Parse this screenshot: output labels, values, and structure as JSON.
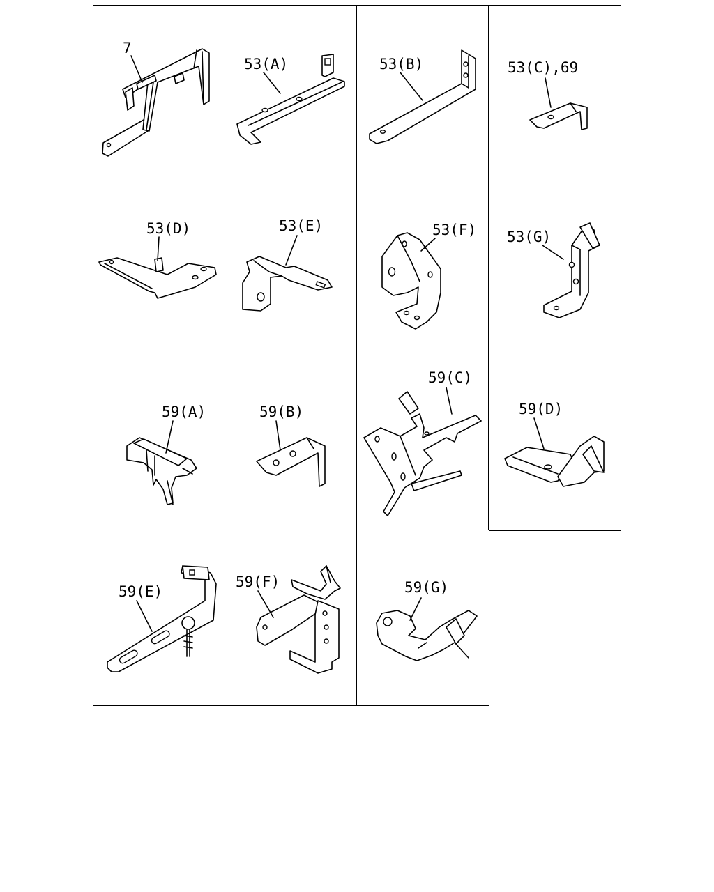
{
  "parts": [
    {
      "id": "p7",
      "label": "7"
    },
    {
      "id": "p53a",
      "label": "53(A)"
    },
    {
      "id": "p53b",
      "label": "53(B)"
    },
    {
      "id": "p53c",
      "label": "53(C),69"
    },
    {
      "id": "p53d",
      "label": "53(D)"
    },
    {
      "id": "p53e",
      "label": "53(E)"
    },
    {
      "id": "p53f",
      "label": "53(F)"
    },
    {
      "id": "p53g",
      "label": "53(G)"
    },
    {
      "id": "p59a",
      "label": "59(A)"
    },
    {
      "id": "p59b",
      "label": "59(B)"
    },
    {
      "id": "p59c",
      "label": "59(C)"
    },
    {
      "id": "p59d",
      "label": "59(D)"
    },
    {
      "id": "p59e",
      "label": "59(E)"
    },
    {
      "id": "p59f",
      "label": "59(F)"
    },
    {
      "id": "p59g",
      "label": "59(G)"
    }
  ]
}
